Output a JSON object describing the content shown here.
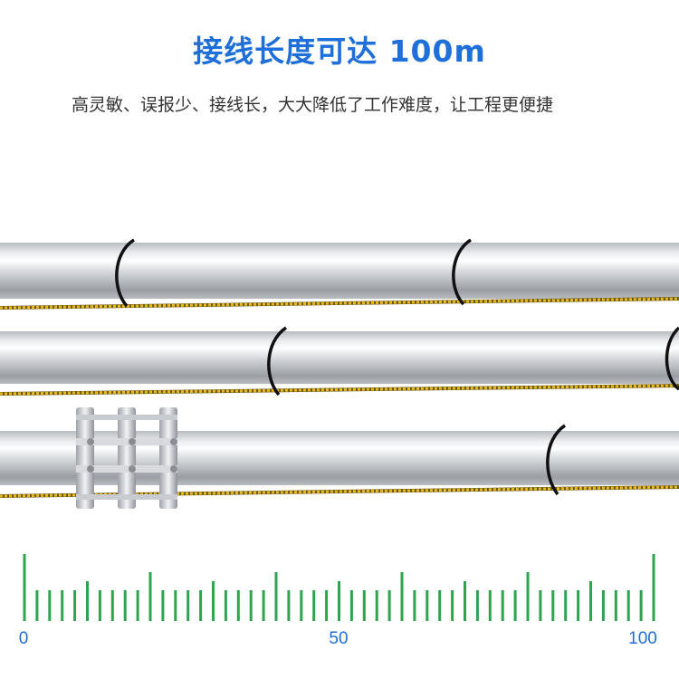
{
  "title": "接线长度可达 100m",
  "description": "高灵敏、误报少、接线长，大大降低了工作难度，让工程更便捷",
  "colors": {
    "title": "#1e6fd9",
    "text": "#333333",
    "pipe": "#c9ccd0",
    "cable": "#e8b820",
    "ruler": "#2ea44f",
    "ruler_label": "#1e6fd9"
  },
  "ruler": {
    "labels": [
      "0",
      "50",
      "100"
    ]
  }
}
